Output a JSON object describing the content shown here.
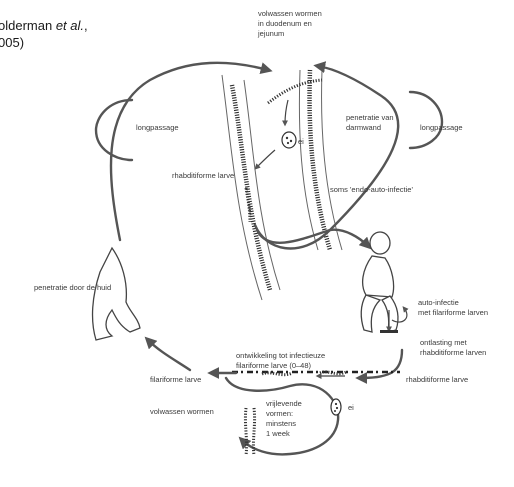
{
  "citation": {
    "line1_prefix": "olderman ",
    "line1_italic": "et al.",
    "line1_suffix": ",",
    "line2": "005)"
  },
  "labels": {
    "adult_worms_duodenum": [
      "volwassen wormen",
      "in duodenum en",
      "jejunum"
    ],
    "lung_passage_left": "longpassage",
    "lung_passage_right": "longpassage",
    "gut_wall_penetration": [
      "penetratie van",
      "darmwand"
    ],
    "egg_top": "ei",
    "rhabditiform_larva_top": "rhabditiforme larve",
    "endo_autoinfection": "soms 'endo-auto-infectie'",
    "skin_penetration": "penetratie door de huid",
    "auto_infection": [
      "auto-infectie",
      "met filariforme larven"
    ],
    "stool_passage": [
      "ontlasting met",
      "rhabditiforme larven"
    ],
    "development_infective": [
      "ontwikkeling tot infectieuze",
      "filariforme larve (0–48)"
    ],
    "filariform_larva": "filariforme larve",
    "rhabditiform_larva_bottom": "rhabditiforme larve",
    "free_living": [
      "vrijlevende",
      "vormen:",
      "minstens",
      "1 week"
    ],
    "adult_worms_bottom": "volwassen wormen",
    "egg_bottom": "ei"
  }
}
